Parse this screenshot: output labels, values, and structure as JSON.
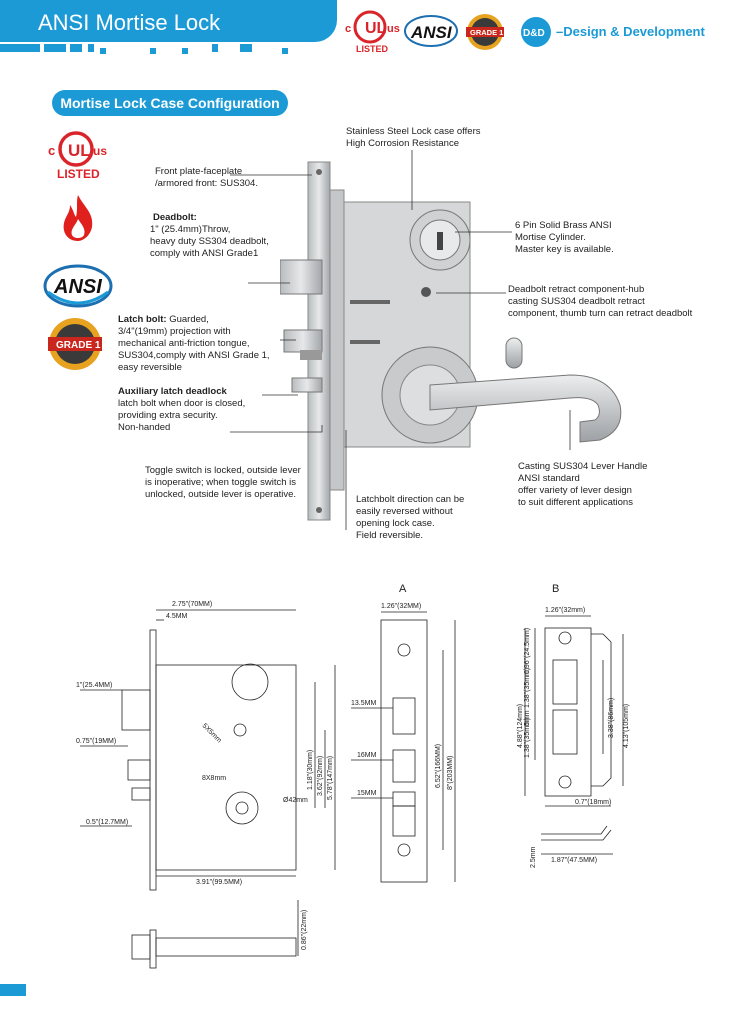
{
  "header": {
    "title": "ANSI Mortise Lock",
    "ul_c": "c",
    "ul_us": "us",
    "ul_listed": "LISTED",
    "ansi": "ANSI",
    "grade": "GRADE 1",
    "dd_logo": "D&D",
    "dd_text": "–Design & Development"
  },
  "section_title": "Mortise Lock Case Configuration",
  "sidebar": {
    "ul_c": "c",
    "ul_us": "us",
    "ul_listed": "LISTED",
    "ansi": "ANSI",
    "grade": "GRADE 1"
  },
  "callouts": {
    "case": "Stainless Steel Lock case offers\nHigh Corrosion Resistance",
    "front_plate": "Front plate-faceplate\n/armored front: SUS304.",
    "deadbolt_title": "Deadbolt:",
    "deadbolt": "1\" (25.4mm)Throw,\nheavy duty SS304 deadbolt,\ncomply with ANSI Grade1",
    "cylinder": "6 Pin Solid Brass ANSI\nMortise Cylinder.\nMaster key is available.",
    "retract": "Deadbolt retract component-hub\ncasting SUS304 deadbolt retract\ncomponent, thumb turn can retract deadbolt",
    "latch_title": "Latch bolt:",
    "latch_first": " Guarded,",
    "latch": "3/4\"(19mm) projection with\nmechanical anti-friction tongue,\nSUS304,comply with ANSI Grade 1,\neasy reversible",
    "aux_title": "Auxiliary latch deadlock",
    "aux": "latch bolt when door is closed,\nproviding extra security.\nNon-handed",
    "toggle": "Toggle switch is locked, outside lever\nis inoperative; when toggle switch is\nunlocked, outside lever is operative.",
    "lever": "Casting SUS304  Lever Handle\nANSI standard\noffer variety of lever design\nto suit different applications",
    "reverse": "Latchbolt direction can be\neasily reversed without\nopening lock case.\nField reversible."
  },
  "drawing_main": {
    "w_total": "2.75\"(70MM)",
    "w_face": "4.5MM",
    "deadbolt": "1\"(25.4MM)",
    "latch": "0.75\"(19MM)",
    "aux": "0.5\"(12.7MM)",
    "sq55": "5X5mm",
    "sq88": "8X8mm",
    "dia": "Ø42mm",
    "h1": "1.18\"(30mm)",
    "h2": "3.62\"(92mm)",
    "h3": "5.78\"(147mm)",
    "backset": "3.91\"(99.5MM)",
    "depth": "0.86\"(22mm)"
  },
  "drawing_a": {
    "label": "A",
    "width": "1.26\"(32MM)",
    "m1": "13.5MM",
    "m2": "16MM",
    "m3": "15MM",
    "h1": "6.52\"(166MM)",
    "h2": "8\"(203MM)"
  },
  "drawing_b": {
    "label": "B",
    "width": "1.26\"(32mm)",
    "v1": "0.96\"(24.5mm)",
    "v2": "1.38\"(35mm)",
    "v3": "5mm",
    "v4": "1.38\"(35mm)",
    "h1": "4.88\"(124mm)",
    "h2": "3.38\"(86mm)",
    "h3": "4.13\"(105mm)",
    "lip": "0.7\"(18mm)",
    "strike_w": "1.87\"(47.5MM)",
    "strike_t": "2.5mm"
  }
}
